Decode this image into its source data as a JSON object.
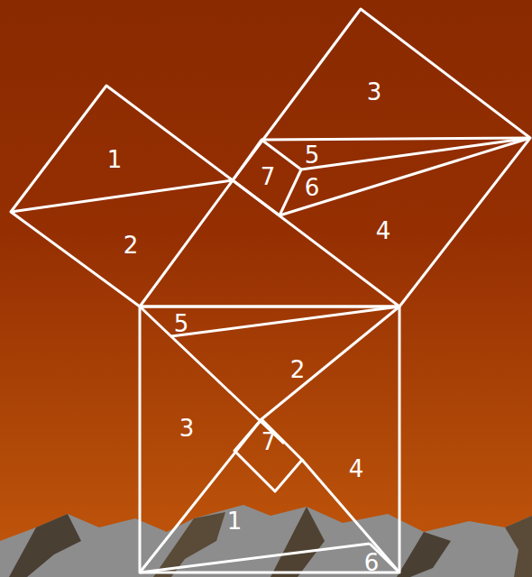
{
  "diagram": {
    "labels": [
      "3",
      "5",
      "6",
      "7",
      "1",
      "2",
      "4",
      "5",
      "2",
      "3",
      "7",
      "4",
      "1",
      "6"
    ]
  }
}
